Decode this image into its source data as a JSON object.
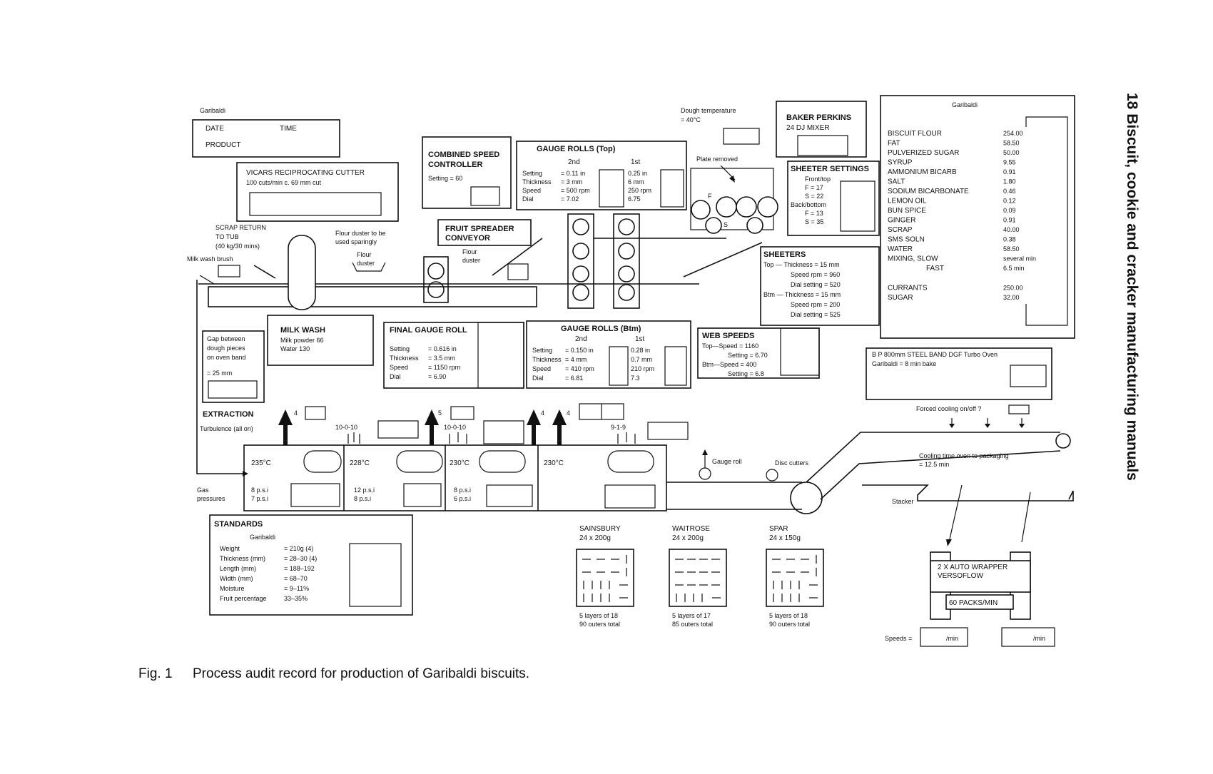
{
  "side_header": "18   Biscuit, cookie and cracker manufacturing manuals",
  "caption": {
    "fig": "Fig. 1",
    "text": "Process audit record for production of Garibaldi biscuits."
  },
  "header_box": {
    "title": "Garibaldi",
    "date": "DATE",
    "time": "TIME",
    "product": "PRODUCT"
  },
  "cutter": {
    "title": "VICARS RECIPROCATING CUTTER",
    "sub": "100 cuts/min c. 69 mm cut"
  },
  "scrap": [
    "SCRAP RETURN",
    "TO TUB",
    "(40 kg/30 mins)"
  ],
  "milk_wash_brush": "Milk wash brush",
  "flour_note": [
    "Flour duster to be",
    "used sparingly"
  ],
  "flour_duster": [
    "Flour",
    "duster"
  ],
  "combined_speed": {
    "title": [
      "COMBINED SPEED",
      "CONTROLLER"
    ],
    "setting": "Setting = 60"
  },
  "fruit_spreader": [
    "FRUIT SPREADER",
    "CONVEYOR"
  ],
  "gauge_top": {
    "title": "GAUGE ROLLS (Top)",
    "col2": "2nd",
    "col1": "1st",
    "rows": [
      {
        "label": "Setting",
        "v2": "= 0.11 in",
        "v1": "0.25 in"
      },
      {
        "label": "Thickness",
        "v2": "= 3 mm",
        "v1": "6 mm"
      },
      {
        "label": "Speed",
        "v2": "= 500 rpm",
        "v1": "250 rpm"
      },
      {
        "label": "Dial",
        "v2": "= 7.02",
        "v1": "6.75"
      }
    ]
  },
  "dough_temp": [
    "Dough temperature",
    "= 40°C"
  ],
  "plate_removed": "Plate removed",
  "mixer": [
    "BAKER PERKINS",
    "24 DJ MIXER"
  ],
  "roll_labels": {
    "f": "F",
    "s": "S"
  },
  "sheeter_settings": {
    "title": "SHEETER SETTINGS",
    "lines": [
      "Front/top",
      "F = 17",
      "S = 22",
      "Back/bottom",
      "F = 13",
      "S = 35"
    ]
  },
  "sheeters": {
    "title": "SHEETERS",
    "lines": [
      "Top — Thickness = 15 mm",
      "Speed rpm = 960",
      "Dial setting = 520",
      "Btm — Thickness = 15 mm",
      "Speed rpm = 200",
      "Dial setting = 525"
    ]
  },
  "recipe": {
    "title": "Garibaldi",
    "items": [
      {
        "name": "BISCUIT FLOUR",
        "value": "254.00"
      },
      {
        "name": "FAT",
        "value": "58.50"
      },
      {
        "name": "PULVERIZED SUGAR",
        "value": "50.00"
      },
      {
        "name": "SYRUP",
        "value": "9.55"
      },
      {
        "name": "AMMONIUM BICARB",
        "value": "0.91"
      },
      {
        "name": "SALT",
        "value": "1.80"
      },
      {
        "name": "SODIUM BICARBONATE",
        "value": "0.46"
      },
      {
        "name": "LEMON OIL",
        "value": "0.12"
      },
      {
        "name": "BUN SPICE",
        "value": "0.09"
      },
      {
        "name": "GINGER",
        "value": "0.91"
      },
      {
        "name": "SCRAP",
        "value": "40.00"
      },
      {
        "name": "SMS SOLN",
        "value": "0.38"
      },
      {
        "name": "WATER",
        "value": "58.50"
      },
      {
        "name": "MIXING, SLOW",
        "value": "several min"
      },
      {
        "name": "FAST",
        "value": "6.5 min"
      },
      {
        "name": "CURRANTS",
        "value": "250.00"
      },
      {
        "name": "SUGAR",
        "value": "32.00"
      }
    ]
  },
  "milk_wash": {
    "title": "MILK WASH",
    "lines": [
      "Milk powder 66",
      "Water 130"
    ]
  },
  "gap": {
    "lines": [
      "Gap between",
      "dough pieces",
      "on oven band"
    ],
    "value": "= 25 mm"
  },
  "final_gauge": {
    "title": "FINAL GAUGE ROLL",
    "rows": [
      {
        "label": "Setting",
        "value": "= 0.616 in"
      },
      {
        "label": "Thickness",
        "value": "= 3.5 mm"
      },
      {
        "label": "Speed",
        "value": "= 1150 rpm"
      },
      {
        "label": "Dial",
        "value": "= 6.90"
      }
    ]
  },
  "gauge_btm": {
    "title": "GAUGE ROLLS (Btm)",
    "col2": "2nd",
    "col1": "1st",
    "rows": [
      {
        "label": "Setting",
        "v2": "= 0.150 in",
        "v1": "0.28 in"
      },
      {
        "label": "Thickness",
        "v2": "= 4 mm",
        "v1": "0.7 mm"
      },
      {
        "label": "Speed",
        "v2": "= 410 rpm",
        "v1": "210 rpm"
      },
      {
        "label": "Dial",
        "v2": "= 6.81",
        "v1": "7.3"
      }
    ]
  },
  "web_speeds": {
    "title": "WEB SPEEDS",
    "lines": [
      "Top—Speed = 1160",
      "Setting = 6.70",
      "Btm—Speed = 400",
      "Setting = 6.8"
    ]
  },
  "oven": {
    "title": "B P 800mm STEEL BAND DGF Turbo Oven",
    "sub": "Garibaldi = 8 min bake"
  },
  "forced_cooling": "Forced cooling on/off ?",
  "cooling_time": [
    "Cooling time oven to packaging",
    "= 12.5 min"
  ],
  "extraction": {
    "title": "EXTRACTION",
    "sub": "Turbulence (all on)"
  },
  "arrow_numbers": [
    "4",
    "5",
    "4",
    "4"
  ],
  "burner_labels": [
    "10-0-10",
    "10-0-10",
    "9-1-9"
  ],
  "zones": [
    {
      "temp": "235°C",
      "p1": "8 p.s.i",
      "p2": "7 p.s.i"
    },
    {
      "temp": "228°C",
      "p1": "12 p.s.i",
      "p2": "8 p.s.i"
    },
    {
      "temp": "230°C",
      "p1": "8 p.s.i",
      "p2": "6 p.s.i"
    },
    {
      "temp": "230°C",
      "p1": "",
      "p2": ""
    }
  ],
  "gas_pressures": [
    "Gas",
    "pressures"
  ],
  "gauge_roll": "Gauge roll",
  "disc_cutters": "Disc cutters",
  "stacker": "Stacker",
  "standards": {
    "title": "STANDARDS",
    "sub": "Garibaldi",
    "rows": [
      {
        "label": "Weight",
        "value": "= 210g (4)"
      },
      {
        "label": "Thickness (mm)",
        "value": "= 28–30 (4)"
      },
      {
        "label": "Length (mm)",
        "value": "= 188–192"
      },
      {
        "label": "Width (mm)",
        "value": "= 68–70"
      },
      {
        "label": "Moisture",
        "value": "= 9–11%"
      },
      {
        "label": "Fruit percentage",
        "value": "33–35%"
      }
    ]
  },
  "packs": [
    {
      "brand": "SAINSBURY",
      "size": "24 x 200g",
      "l1": "5 layers of 18",
      "l2": "90 outers total"
    },
    {
      "brand": "WAITROSE",
      "size": "24 x 200g",
      "l1": "5 layers of 17",
      "l2": "85 outers total"
    },
    {
      "brand": "SPAR",
      "size": "24 x 150g",
      "l1": "5 layers of 18",
      "l2": "90 outers total"
    }
  ],
  "wrapper": {
    "lines": [
      "2 X AUTO WRAPPER",
      "VERSOFLOW"
    ],
    "rate": "60 PACKS/MIN"
  },
  "speeds": {
    "label": "Speeds =",
    "unit1": "/min",
    "unit2": "/min"
  }
}
